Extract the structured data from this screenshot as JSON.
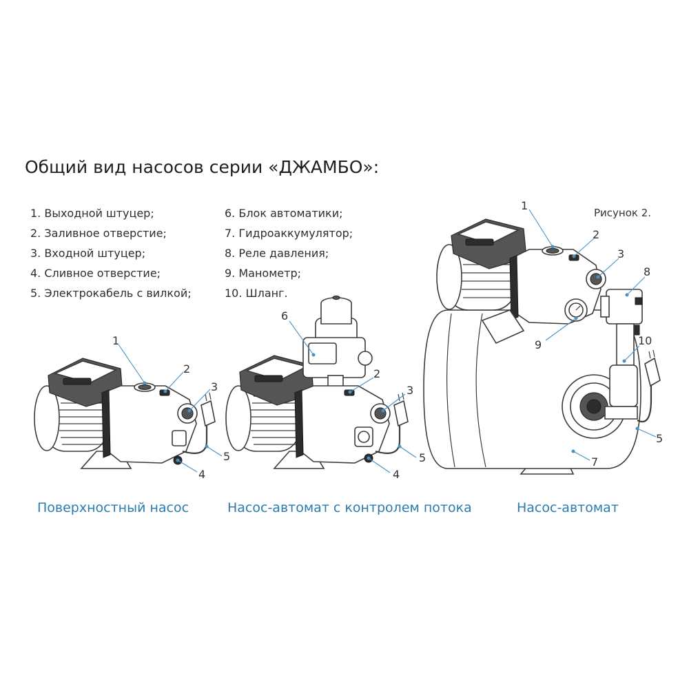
{
  "title": "Общий вид насосов серии «ДЖАМБО»:",
  "figure_label": "Рисунок 2.",
  "legend_left": [
    "1. Выходной штуцер;",
    "2. Заливное отверстие;",
    "3. Входной штуцер;",
    "4. Сливное отверстие;",
    "5. Электрокабель с вилкой;"
  ],
  "legend_right": [
    "6. Блок автоматики;",
    "7. Гидроаккумулятор;",
    "8. Реле давления;",
    "9. Манометр;",
    "10. Шланг."
  ],
  "captions": {
    "surface_pump": "Поверхностный насос",
    "flow_control_pump": "Насос-автомат с контролем потока",
    "auto_pump": "Насос-автомат"
  },
  "callouts": {
    "p1": [
      "1",
      "2",
      "3",
      "4",
      "5"
    ],
    "p2": [
      "6",
      "2",
      "3",
      "4",
      "5"
    ],
    "p3": [
      "1",
      "2",
      "3",
      "8",
      "9",
      "10",
      "5",
      "7"
    ]
  },
  "colors": {
    "accent": "#2a7cae",
    "line": "#3a3a3a",
    "leader": "#4a90c0"
  }
}
